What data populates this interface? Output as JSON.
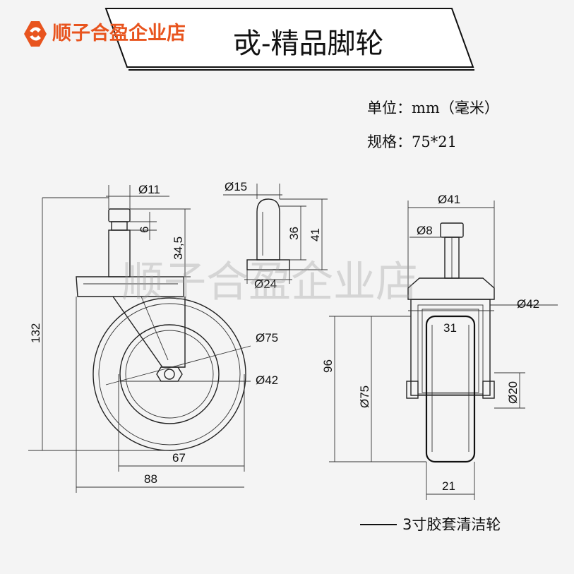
{
  "store": {
    "name": "顺子合盈企业店",
    "watermark": "顺子合盈企业店"
  },
  "header": {
    "title": "戓-精品脚轮"
  },
  "specs": {
    "unit": "单位：mm（毫米）",
    "size": "规格：75*21"
  },
  "dimensions": {
    "stem_dia": "Ø11",
    "stem_groove": "6",
    "stem_length": "34,5",
    "overall_height": "132",
    "wheel_dia": "Ø75",
    "hub_dia": "Ø42",
    "offset": "67",
    "width_side": "88",
    "sleeve_dia": "Ø15",
    "sleeve_inner": "36",
    "sleeve_outer": "41",
    "sleeve_base": "Ø24",
    "top_width": "Ø41",
    "bolt_dia": "Ø8",
    "bracket_width": "Ø42",
    "inner_width": "31",
    "frame_height": "96",
    "wheel_dia_front": "Ø75",
    "axle_dia": "Ø20",
    "wheel_width": "21"
  },
  "caption": {
    "text": "3寸胶套清洁轮"
  },
  "colors": {
    "brand_orange": "#e8541e",
    "line": "#222222",
    "background": "#f4f4f4"
  }
}
